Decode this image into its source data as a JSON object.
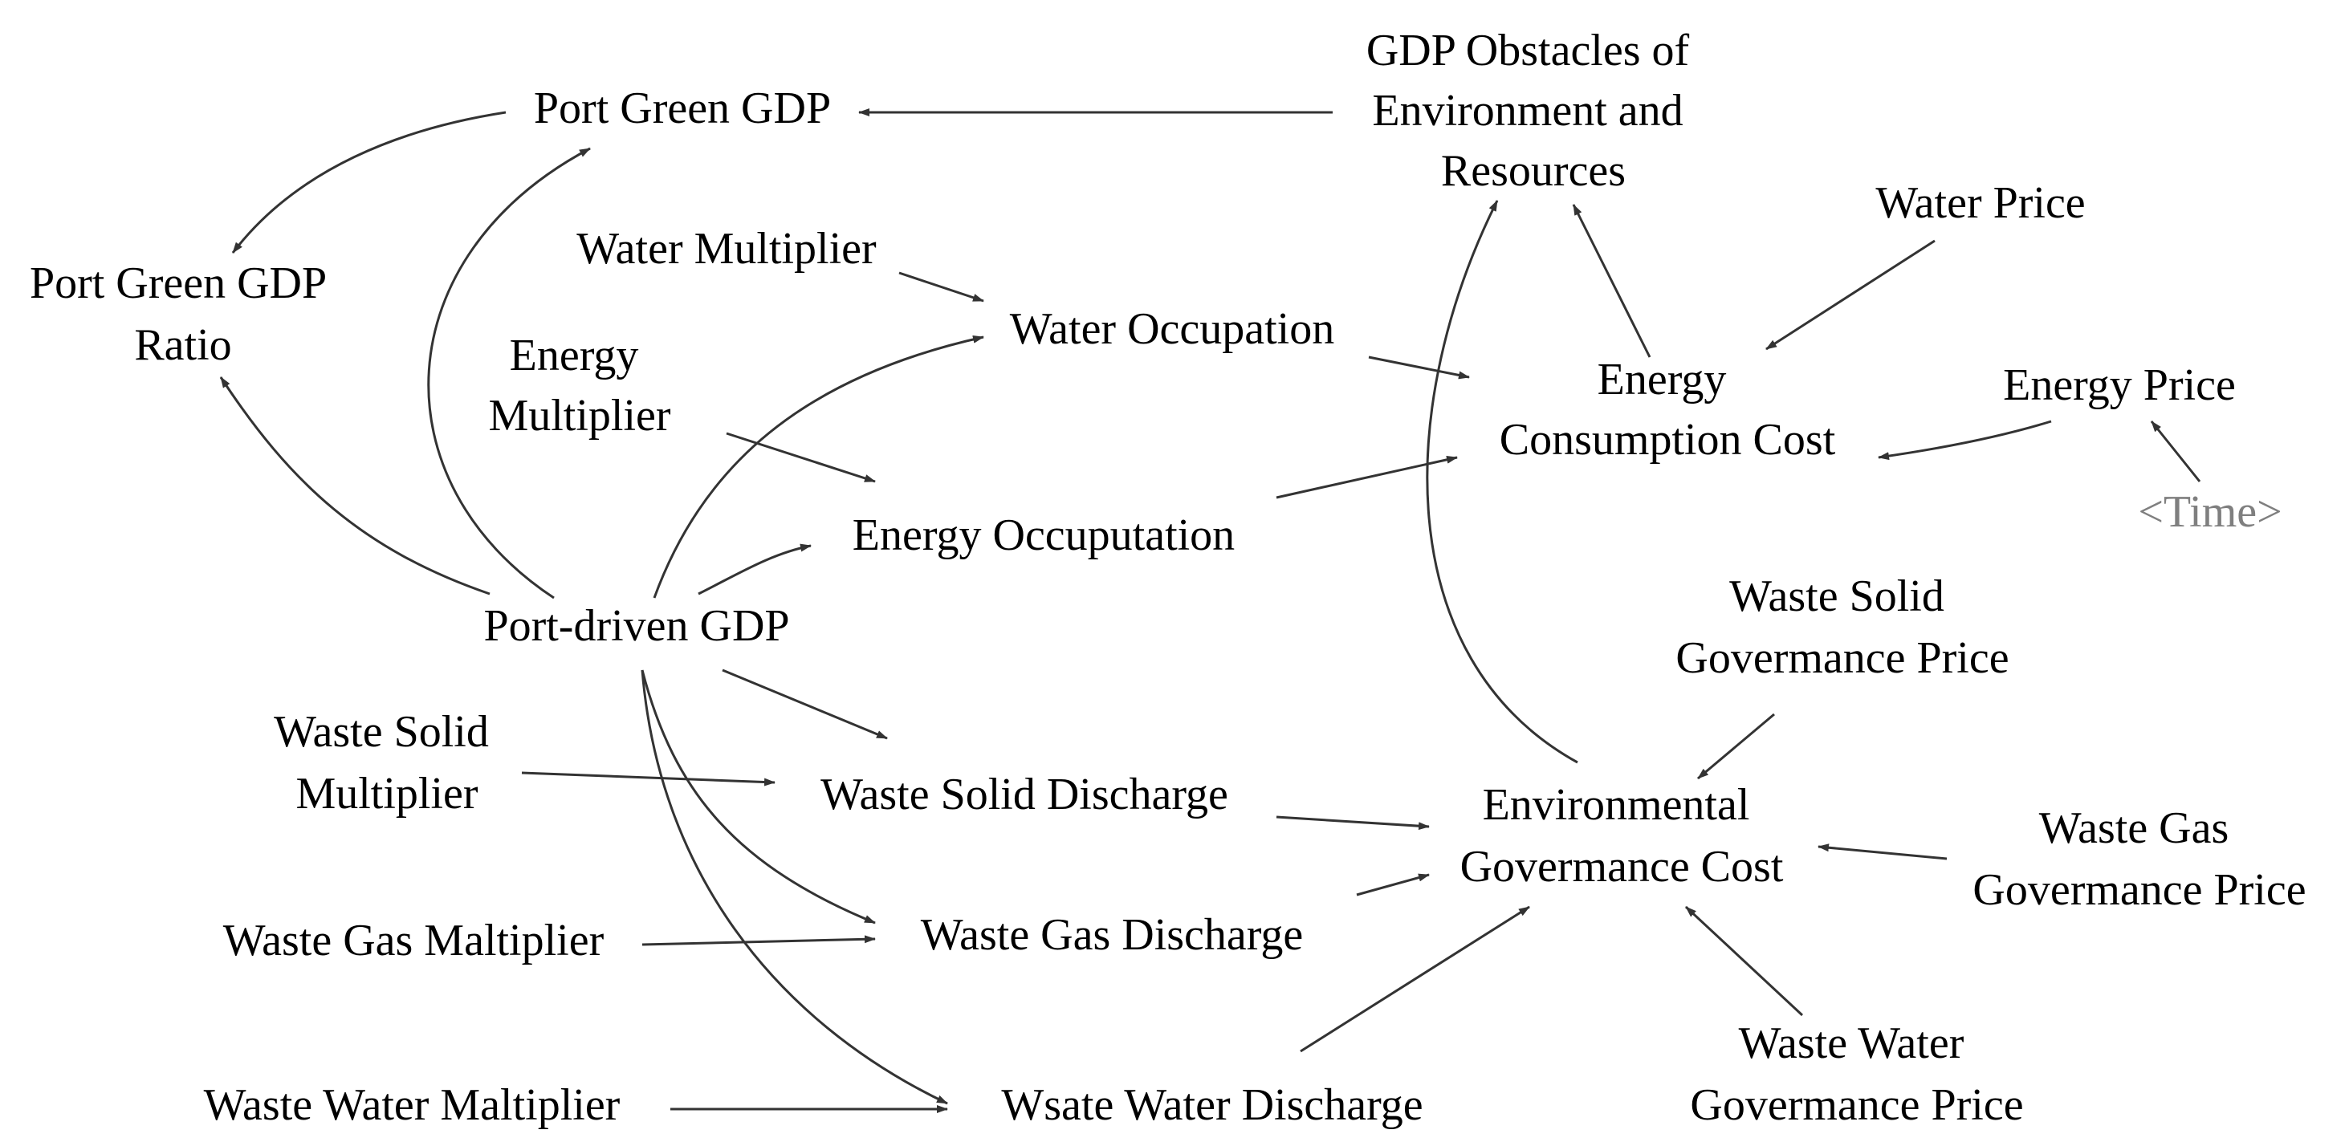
{
  "colors": {
    "background": "#ffffff",
    "text": "#000000",
    "shadow_variable": "#7f7f7f",
    "arrow": "#333333"
  },
  "nodes": {
    "port_green_gdp": [
      "Port Green GDP"
    ],
    "gdp_obstacles": [
      "GDP Obstacles of",
      "Environment and",
      "Resources"
    ],
    "port_green_gdp_ratio": [
      "Port Green GDP",
      "Ratio"
    ],
    "water_multiplier": [
      "Water Multiplier"
    ],
    "water_price": [
      "Water Price"
    ],
    "water_occupation": [
      "Water Occupation"
    ],
    "energy_multiplier": [
      "Energy",
      "Multiplier"
    ],
    "energy_consumption_cost": [
      "Energy",
      "Consumption Cost"
    ],
    "energy_price": [
      "Energy Price"
    ],
    "time": [
      "<Time>"
    ],
    "energy_occupation": [
      "Energy Occuputation"
    ],
    "port_driven_gdp": [
      "Port-driven GDP"
    ],
    "waste_solid_governance_price": [
      "Waste Solid",
      "Govermance Price"
    ],
    "waste_solid_multiplier": [
      "Waste Solid",
      "Multiplier"
    ],
    "waste_solid_discharge": [
      "Waste Solid Discharge"
    ],
    "environmental_governance_cost": [
      "Environmental",
      "Govermance Cost"
    ],
    "waste_gas_governance_price": [
      "Waste Gas",
      "Govermance Price"
    ],
    "waste_gas_multiplier": [
      "Waste Gas Maltiplier"
    ],
    "waste_gas_discharge": [
      "Waste Gas Discharge"
    ],
    "waste_water_governance_price": [
      "Waste Water",
      "Govermance Price"
    ],
    "waste_water_multiplier": [
      "Waste Water Maltiplier"
    ],
    "waste_water_discharge": [
      "Wsate Water Discharge"
    ]
  },
  "links": [
    {
      "from": "gdp_obstacles",
      "to": "port_green_gdp"
    },
    {
      "from": "port_green_gdp",
      "to": "port_green_gdp_ratio"
    },
    {
      "from": "port_driven_gdp",
      "to": "port_green_gdp"
    },
    {
      "from": "port_driven_gdp",
      "to": "port_green_gdp_ratio"
    },
    {
      "from": "water_multiplier",
      "to": "water_occupation"
    },
    {
      "from": "port_driven_gdp",
      "to": "water_occupation"
    },
    {
      "from": "energy_multiplier",
      "to": "energy_occupation"
    },
    {
      "from": "port_driven_gdp",
      "to": "energy_occupation"
    },
    {
      "from": "water_occupation",
      "to": "energy_consumption_cost"
    },
    {
      "from": "energy_occupation",
      "to": "energy_consumption_cost"
    },
    {
      "from": "water_price",
      "to": "energy_consumption_cost"
    },
    {
      "from": "energy_price",
      "to": "energy_consumption_cost"
    },
    {
      "from": "time",
      "to": "energy_price"
    },
    {
      "from": "energy_consumption_cost",
      "to": "gdp_obstacles"
    },
    {
      "from": "environmental_governance_cost",
      "to": "gdp_obstacles"
    },
    {
      "from": "port_driven_gdp",
      "to": "waste_solid_discharge"
    },
    {
      "from": "port_driven_gdp",
      "to": "waste_gas_discharge"
    },
    {
      "from": "port_driven_gdp",
      "to": "waste_water_discharge"
    },
    {
      "from": "waste_solid_multiplier",
      "to": "waste_solid_discharge"
    },
    {
      "from": "waste_gas_multiplier",
      "to": "waste_gas_discharge"
    },
    {
      "from": "waste_water_multiplier",
      "to": "waste_water_discharge"
    },
    {
      "from": "waste_solid_discharge",
      "to": "environmental_governance_cost"
    },
    {
      "from": "waste_gas_discharge",
      "to": "environmental_governance_cost"
    },
    {
      "from": "waste_water_discharge",
      "to": "environmental_governance_cost"
    },
    {
      "from": "waste_solid_governance_price",
      "to": "environmental_governance_cost"
    },
    {
      "from": "waste_gas_governance_price",
      "to": "environmental_governance_cost"
    },
    {
      "from": "waste_water_governance_price",
      "to": "environmental_governance_cost"
    }
  ]
}
